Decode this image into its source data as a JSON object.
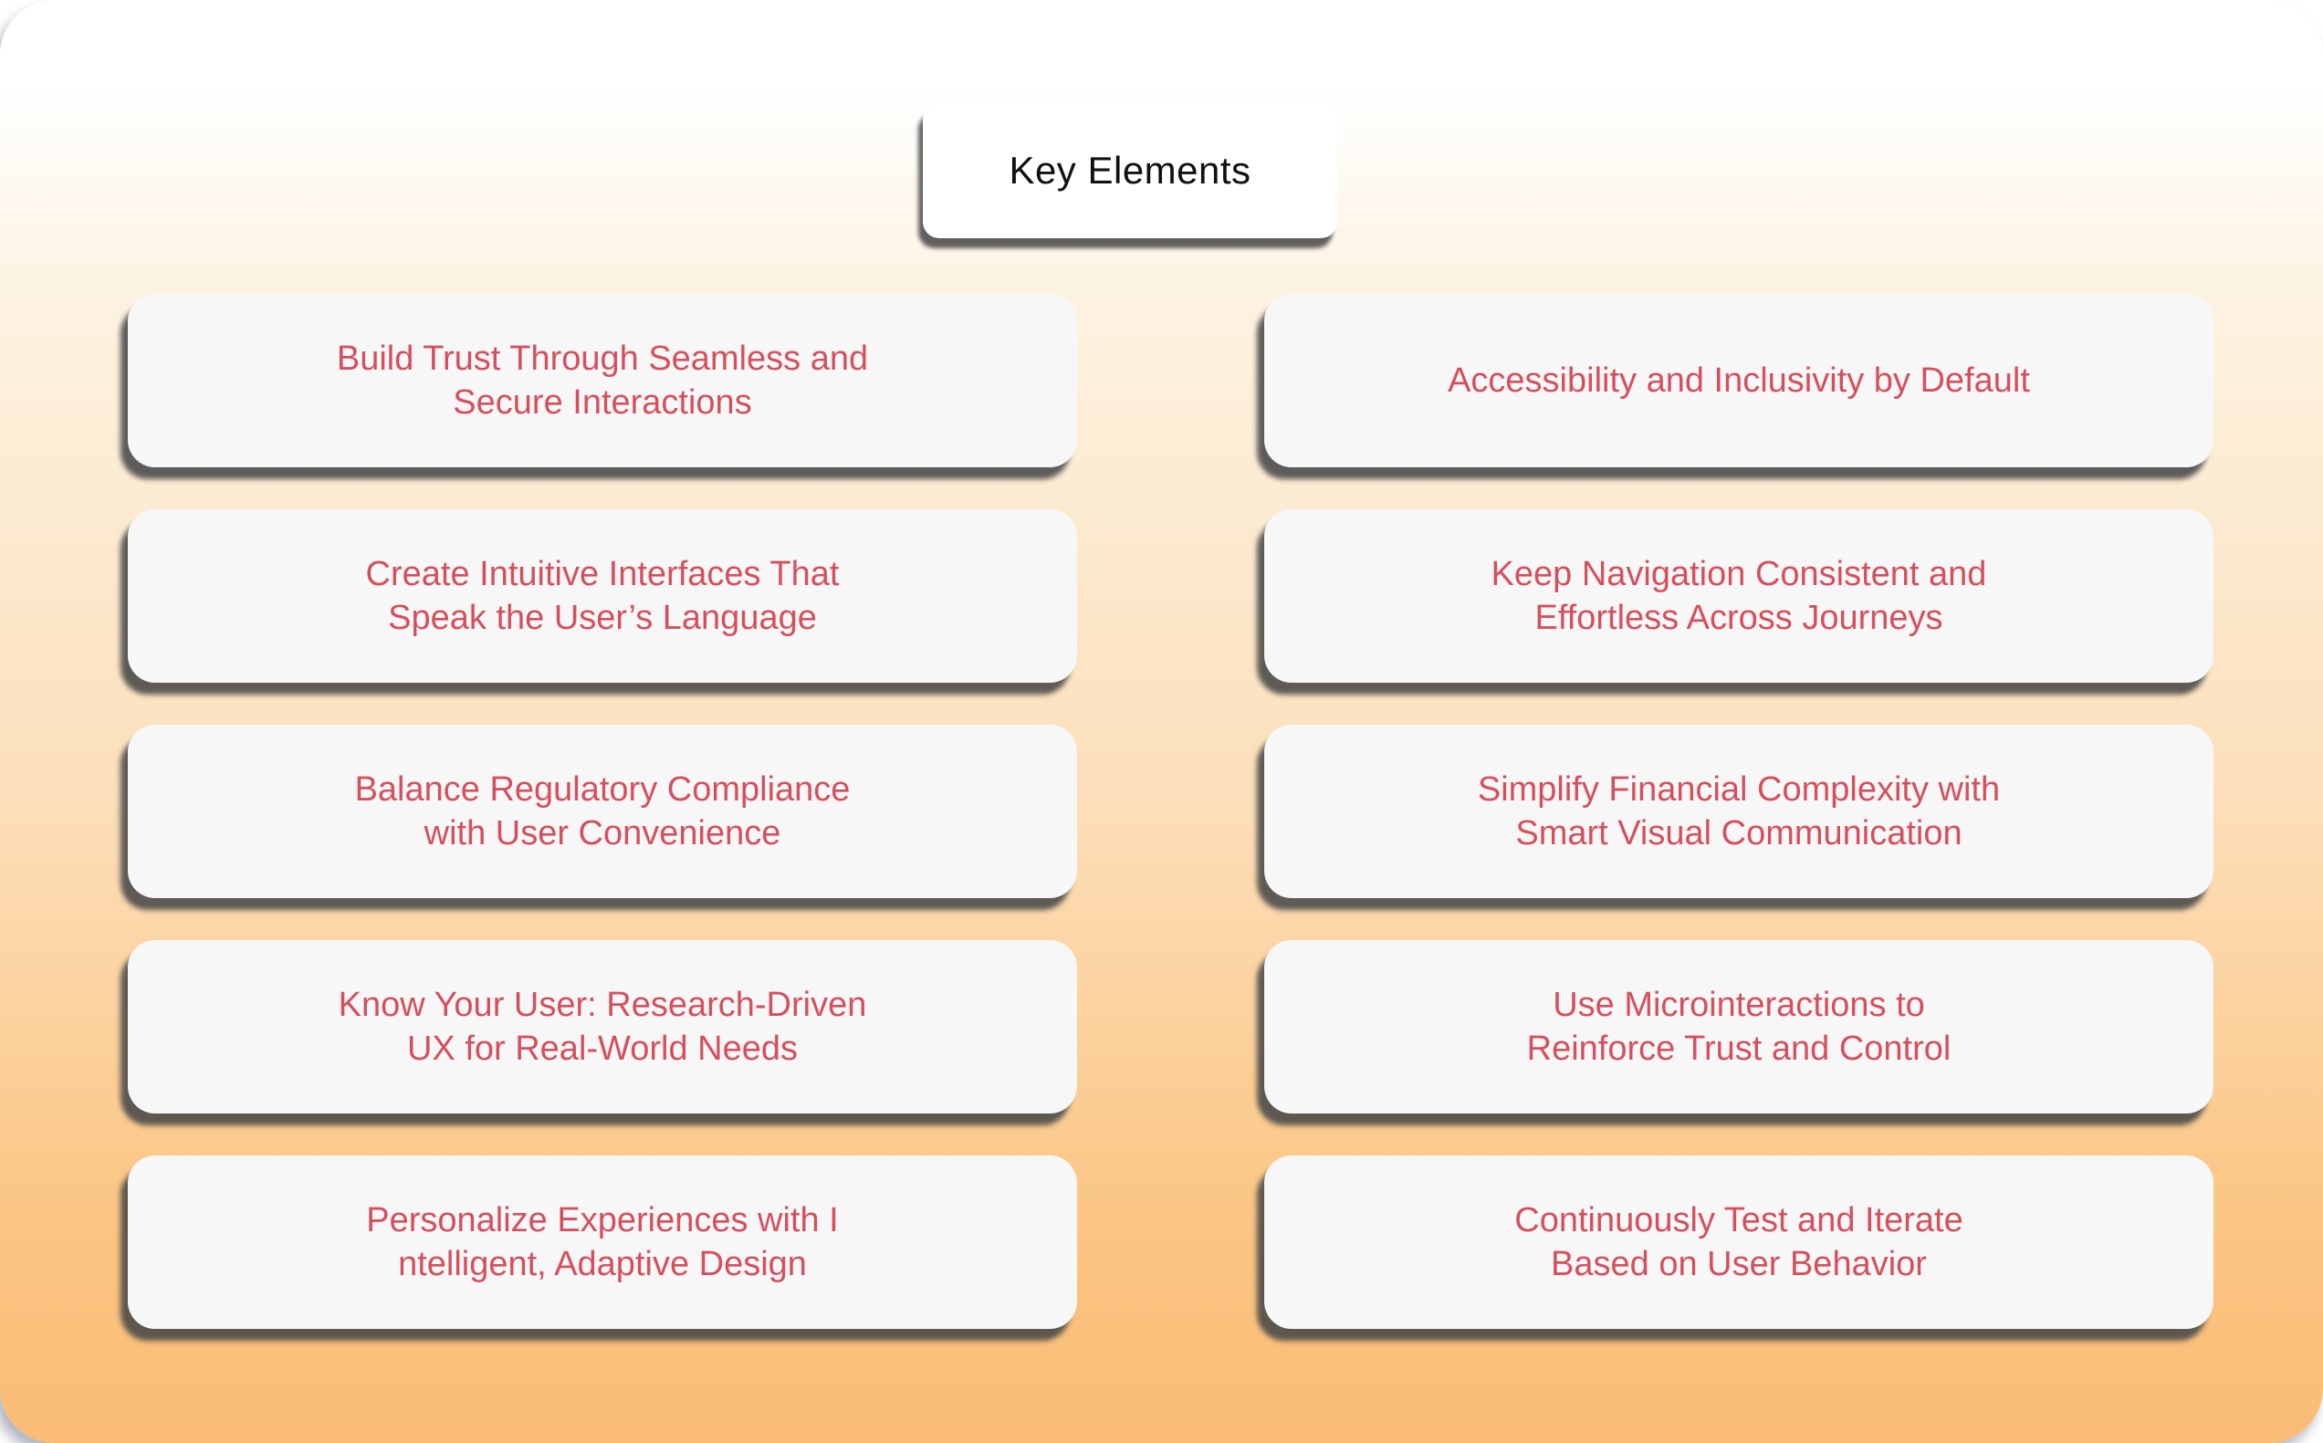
{
  "title": {
    "label": "Key Elements"
  },
  "columns": {
    "left": [
      {
        "lines": [
          "Build Trust Through Seamless and",
          "Secure Interactions"
        ]
      },
      {
        "lines": [
          "Create Intuitive Interfaces That",
          "Speak the User’s Language"
        ]
      },
      {
        "lines": [
          "Balance Regulatory Compliance",
          "with User Convenience"
        ]
      },
      {
        "lines": [
          "Know Your User: Research-Driven",
          "UX for Real-World Needs"
        ]
      },
      {
        "lines": [
          "Personalize Experiences with I",
          "ntelligent, Adaptive Design"
        ]
      }
    ],
    "right": [
      {
        "lines": [
          "Accessibility and Inclusivity by Default"
        ]
      },
      {
        "lines": [
          "Keep Navigation Consistent and",
          "Effortless Across Journeys"
        ]
      },
      {
        "lines": [
          "Simplify Financial Complexity with",
          "Smart Visual Communication"
        ]
      },
      {
        "lines": [
          "Use Microinteractions to",
          "Reinforce Trust and Control"
        ]
      },
      {
        "lines": [
          "Continuously Test and Iterate",
          "Based on User Behavior"
        ]
      }
    ]
  },
  "colors": {
    "card_text_red": "#d5505e",
    "card_background": "#f7f7f7",
    "card_shadow": "#4a4a4a",
    "title_background": "#ffffff",
    "title_text": "#111111",
    "background_gradient_top": "#ffffff",
    "background_gradient_bottom": "#fabc76"
  }
}
